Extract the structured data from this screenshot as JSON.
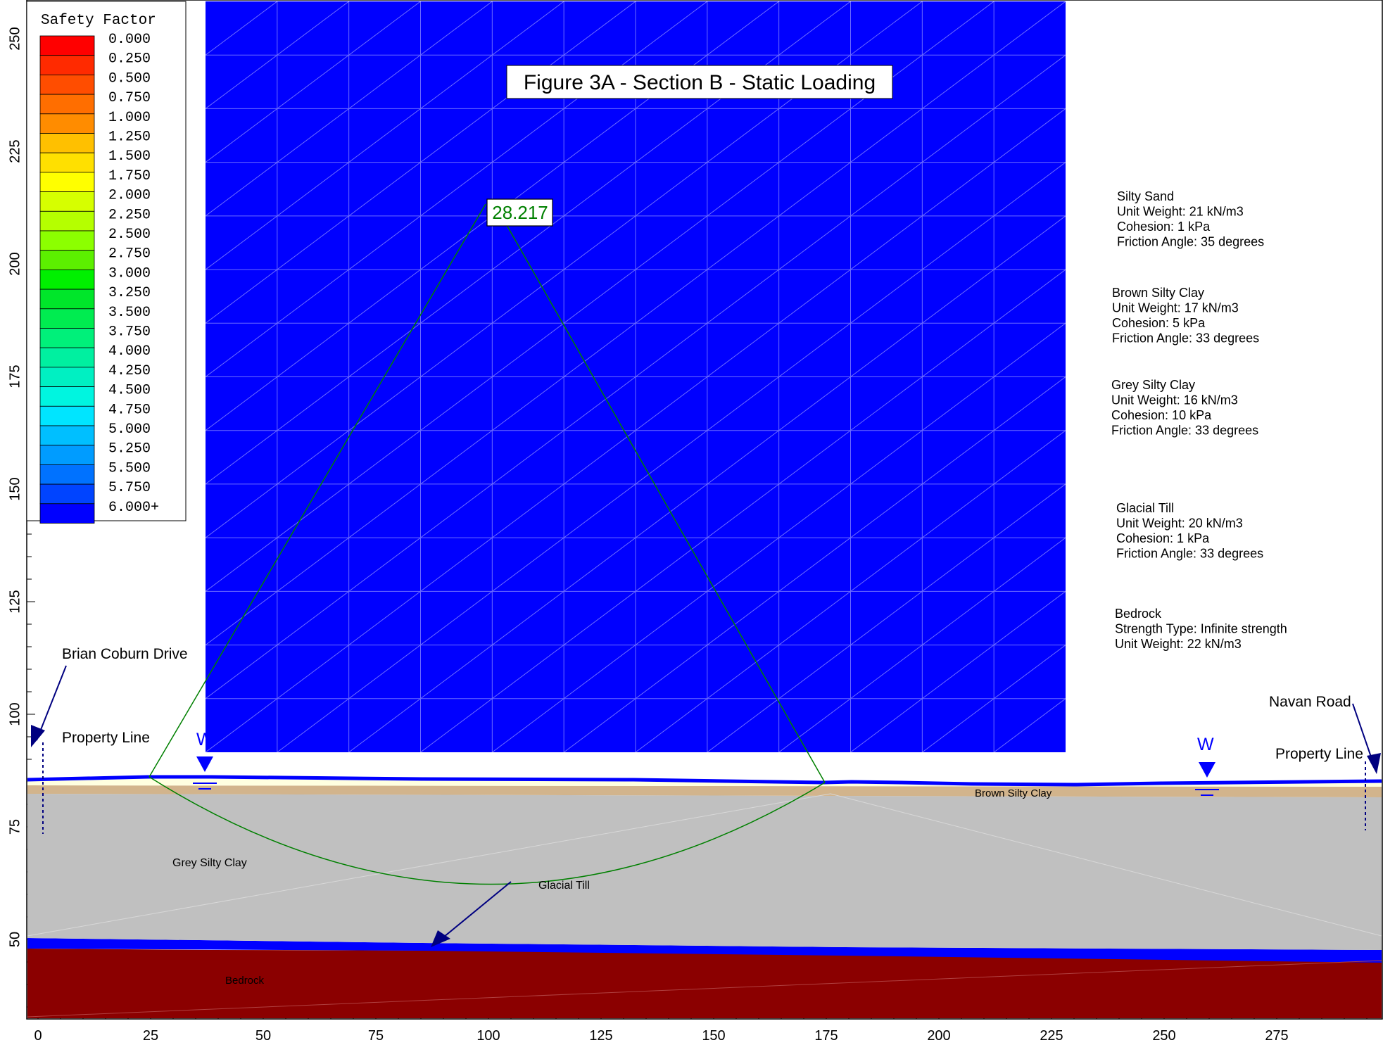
{
  "title": "Figure 3A - Section B - Static Loading",
  "legend": {
    "title": "Safety Factor",
    "entries": [
      {
        "label": "0.000",
        "color": "#ff0000"
      },
      {
        "label": "0.250",
        "color": "#ff2a00"
      },
      {
        "label": "0.500",
        "color": "#ff4d00"
      },
      {
        "label": "0.750",
        "color": "#ff6e00"
      },
      {
        "label": "1.000",
        "color": "#ff8c00"
      },
      {
        "label": "1.250",
        "color": "#ffc000"
      },
      {
        "label": "1.500",
        "color": "#ffe000"
      },
      {
        "label": "1.750",
        "color": "#ffff00"
      },
      {
        "label": "2.000",
        "color": "#d6ff00"
      },
      {
        "label": "2.250",
        "color": "#b5ff00"
      },
      {
        "label": "2.500",
        "color": "#8cff00"
      },
      {
        "label": "2.750",
        "color": "#5cf000"
      },
      {
        "label": "3.000",
        "color": "#00f000"
      },
      {
        "label": "3.250",
        "color": "#00e62a"
      },
      {
        "label": "3.500",
        "color": "#00ec50"
      },
      {
        "label": "3.750",
        "color": "#00f07a"
      },
      {
        "label": "4.000",
        "color": "#00f0a0"
      },
      {
        "label": "4.250",
        "color": "#00f0c2"
      },
      {
        "label": "4.500",
        "color": "#00f5e0"
      },
      {
        "label": "4.750",
        "color": "#00e5ff"
      },
      {
        "label": "5.000",
        "color": "#00bfff"
      },
      {
        "label": "5.250",
        "color": "#009cff"
      },
      {
        "label": "5.500",
        "color": "#0072ff"
      },
      {
        "label": "5.750",
        "color": "#0044ff"
      },
      {
        "label": "6.000+",
        "color": "#0000ff"
      }
    ]
  },
  "axes": {
    "x_ticks": [
      "0",
      "25",
      "50",
      "75",
      "100",
      "125",
      "150",
      "175",
      "200",
      "225",
      "250",
      "275"
    ],
    "y_ticks": [
      "250",
      "225",
      "200",
      "175",
      "150",
      "125",
      "100",
      "75",
      "50"
    ]
  },
  "critical_slip": {
    "safety_factor": "28.217",
    "color": "#008000"
  },
  "materials": [
    {
      "name": "Silty Sand",
      "lines": [
        "Unit Weight: 21 kN/m3",
        "Cohesion: 1 kPa",
        "Friction Angle: 35 degrees"
      ],
      "color": "#ffffe0"
    },
    {
      "name": "Brown Silty Clay",
      "lines": [
        "Unit Weight: 17 kN/m3",
        "Cohesion: 5 kPa",
        "Friction Angle: 33 degrees"
      ],
      "color": "#d2b48c"
    },
    {
      "name": "Grey Silty Clay",
      "lines": [
        "Unit Weight: 16 kN/m3",
        "Cohesion: 10 kPa",
        "Friction Angle: 33 degrees"
      ],
      "color": "#c0c0c0"
    },
    {
      "name": "Glacial Till",
      "lines": [
        "Unit Weight: 20 kN/m3",
        "Cohesion: 1 kPa",
        "Friction Angle: 33 degrees"
      ],
      "color": "#0000ff"
    },
    {
      "name": "Bedrock",
      "lines": [
        "Strength Type: Infinite strength",
        "Unit Weight: 22 kN/m3"
      ],
      "color": "#8b0000"
    }
  ],
  "layer_labels": {
    "brown": "Brown Silty Clay",
    "grey": "Grey Silty Clay",
    "till": "Glacial Till",
    "bedrock": "Bedrock"
  },
  "annotations": {
    "left_road": "Brian Coburn Drive",
    "right_road": "Navan Road",
    "left_property": "Property Line",
    "right_property": "Property Line",
    "water_symbol": "W"
  },
  "colors": {
    "grid_blue": "#0000ff",
    "annotation_navy": "#000080",
    "surface_line": "#0000ff"
  }
}
